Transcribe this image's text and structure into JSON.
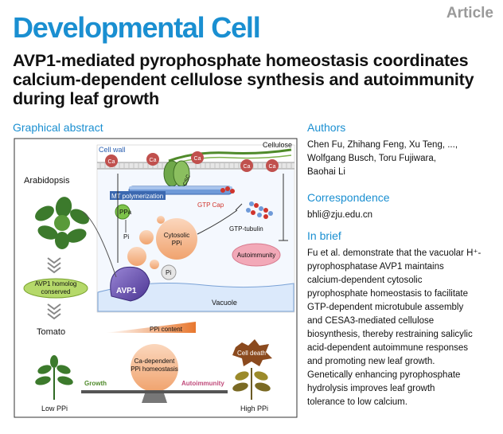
{
  "header": {
    "journal": "Developmental Cell",
    "article_type": "Article",
    "title": "AVP1-mediated pyrophosphate homeostasis coordinates calcium-dependent cellulose synthesis and autoimmunity during leaf growth"
  },
  "graphical_abstract": {
    "heading": "Graphical abstract",
    "labels": {
      "cell_wall": "Cell wall",
      "cellulose": "Cellulose",
      "ca": "Ca",
      "arabidopsis": "Arabidopsis",
      "mt_polymerization": "MT polymerization",
      "csc": "CSC",
      "ppa": "PPa",
      "pi": "Pi",
      "gtp_cap": "GTP Cap",
      "gtp_tubulin": "GTP-tubulin",
      "cytosolic_ppi_1": "Cytosolic",
      "cytosolic_ppi_2": "PPi",
      "autoimmunity_box": "Autoimmunity",
      "avp1": "AVP1",
      "vacuole": "Vacuole",
      "avp1_homolog_1": "AVP1 homolog",
      "avp1_homolog_2": "conserved",
      "tomato": "Tomato",
      "ppi_content": "PPi content",
      "ca_dependent_1": "Ca-dependent",
      "ca_dependent_2": "PPi homeostasis",
      "growth": "Growth",
      "autoimmunity": "Autoimmunity",
      "cell_death": "Cell death",
      "low_ppi": "Low PPi",
      "high_ppi": "High PPi"
    }
  },
  "sidebar": {
    "authors_heading": "Authors",
    "authors_lines": [
      "Chen Fu, Zhihang Feng, Xu Teng, ...,",
      "Wolfgang Busch, Toru Fujiwara,",
      "Baohai Li"
    ],
    "correspondence_heading": "Correspondence",
    "correspondence": "bhli@zju.edu.cn",
    "in_brief_heading": "In brief",
    "in_brief_lines": [
      "Fu et al. demonstrate that the vacuolar H⁺-",
      "pyrophosphatase AVP1 maintains",
      "calcium-dependent cytosolic",
      "pyrophosphate homeostasis to facilitate",
      "GTP-dependent microtubule assembly",
      "and CESA3-mediated cellulose",
      "biosynthesis, thereby restraining salicylic",
      "acid-dependent autoimmune responses",
      "and promoting new leaf growth.",
      "Genetically enhancing pyrophosphate",
      "hydrolysis improves leaf growth",
      "tolerance to low calcium."
    ]
  },
  "colors": {
    "brand_blue": "#1a8fd1",
    "ca_red": "#c0504d",
    "cellulose_green": "#4f8a2a",
    "microtubule_blue": "#4a7fc1",
    "gtp_red": "#d0342c",
    "avp1_purple": "#6a4fb3",
    "ppi_peach": "#f3b58a",
    "autoimmunity_pink": "#f2a9b8",
    "vacuole_blue": "#dbe9fb",
    "leaf_green": "#3c7a2c"
  }
}
